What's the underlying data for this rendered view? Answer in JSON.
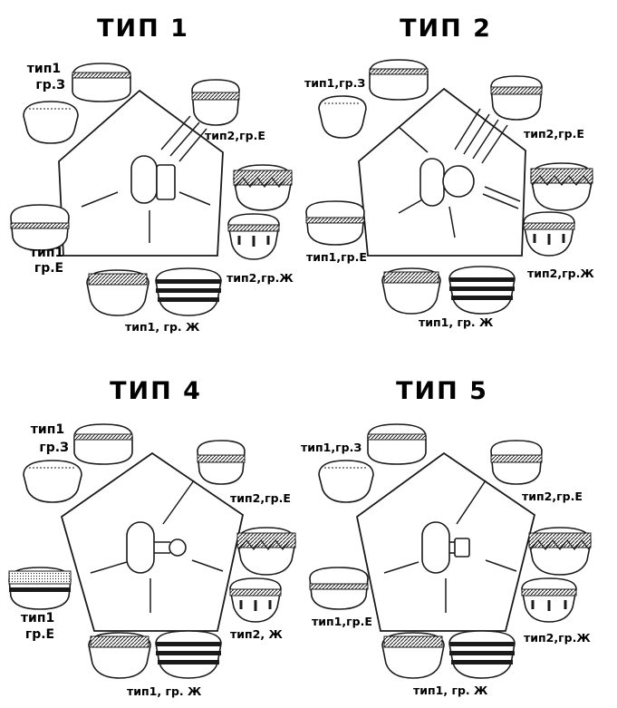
{
  "panels": [
    {
      "title": "ТИП 1",
      "labels": {
        "ul": [
          "тип1",
          "гр.З"
        ],
        "ur": [
          "тип2,гр.Е"
        ],
        "ml": [
          "тип1",
          "гр.Е"
        ],
        "mr": [
          "тип2,гр.Ж"
        ],
        "bot": [
          "тип1, гр. Ж"
        ]
      }
    },
    {
      "title": "ТИП 2",
      "labels": {
        "ul": [
          "тип1,гр.З"
        ],
        "ur": [
          "тип2,гр.Е"
        ],
        "ml": [
          "тип1,гр.Е"
        ],
        "mr": [
          "тип2,гр.Ж"
        ],
        "bot": [
          "тип1, гр. Ж"
        ]
      }
    },
    {
      "title": "ТИП 4",
      "labels": {
        "ul": [
          "тип1",
          "гр.З"
        ],
        "ur": [
          "тип2,гр.Е"
        ],
        "ml": [
          "тип1",
          "гр.Е"
        ],
        "mr": [
          "тип2, Ж"
        ],
        "bot": [
          "тип1, гр. Ж"
        ]
      }
    },
    {
      "title": "ТИП 5",
      "labels": {
        "ul": [
          "тип1,гр.З"
        ],
        "ur": [
          "тип2,гр.Е"
        ],
        "ml": [
          "тип1,гр.Е"
        ],
        "mr": [
          "тип2,гр.Ж"
        ],
        "bot": [
          "тип1, гр. Ж"
        ]
      }
    }
  ]
}
